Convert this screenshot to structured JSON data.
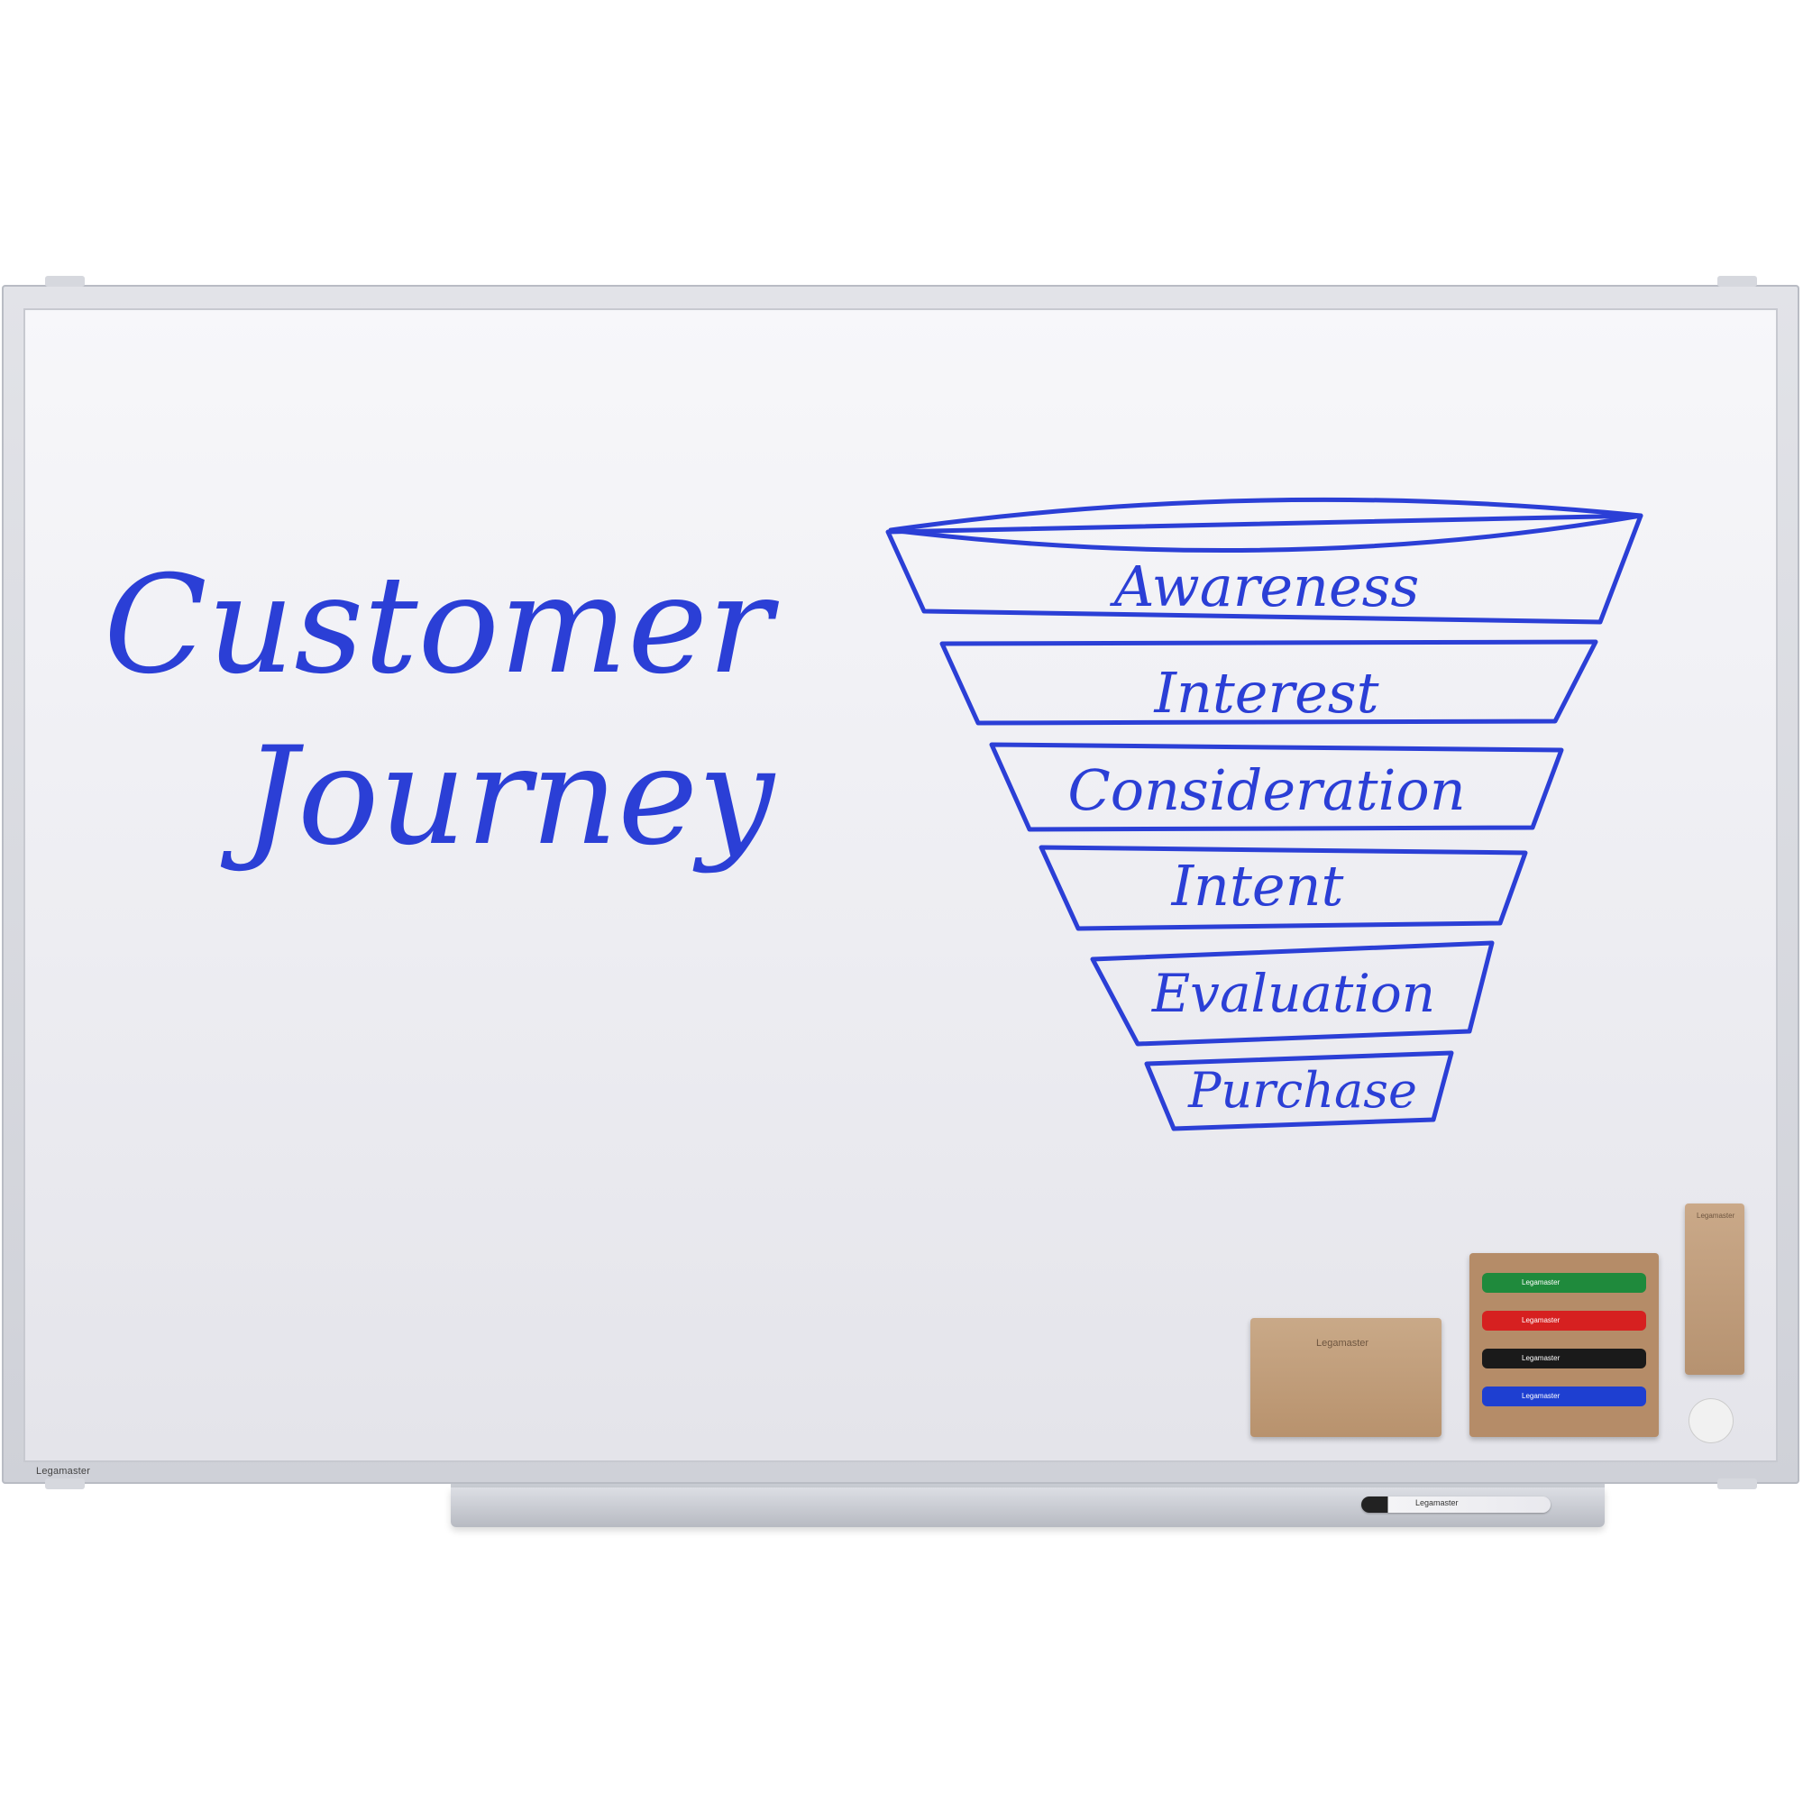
{
  "whiteboard": {
    "title_line_1": "Customer",
    "title_line_2": "Journey",
    "funnel_stages": [
      "Awareness",
      "Interest",
      "Consideration",
      "Intent",
      "Evaluation",
      "Purchase"
    ],
    "ink_color": "#2b3fd6",
    "brand": "Legamaster"
  },
  "accessories": {
    "marker_colors": [
      "#1f8a3c",
      "#d62020",
      "#1a1a1a",
      "#1e3fd1"
    ]
  }
}
